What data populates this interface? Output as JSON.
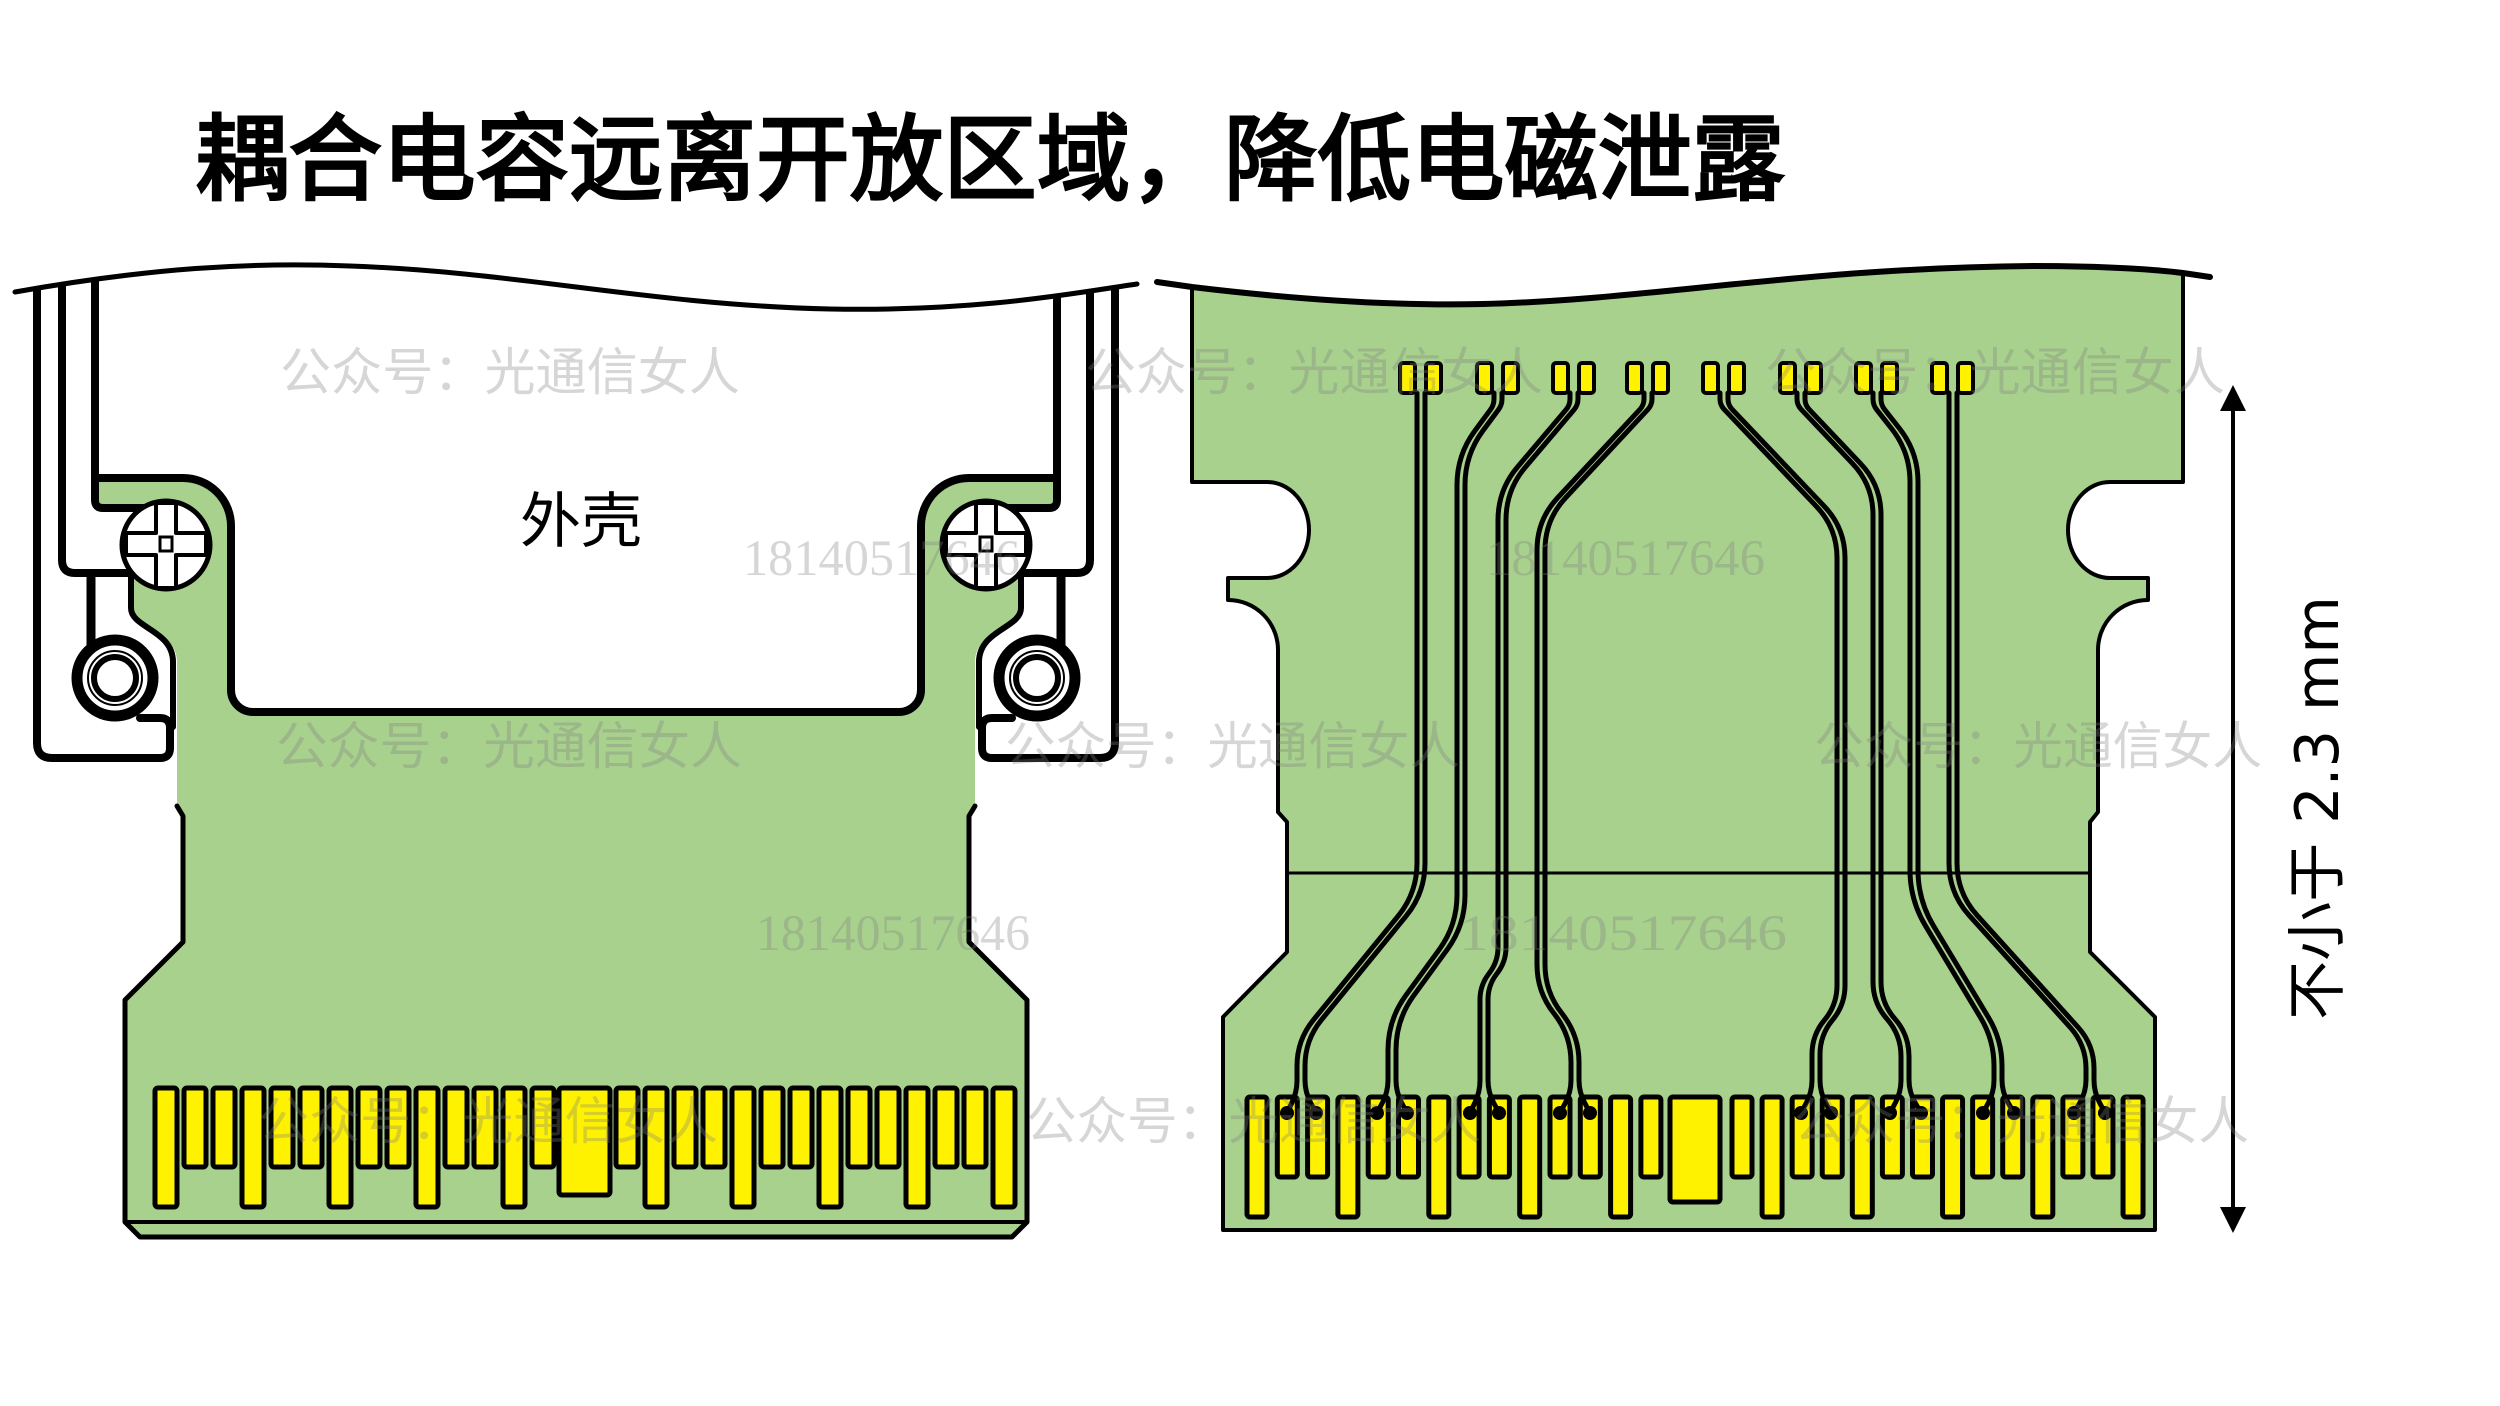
{
  "title": "耦合电容远离开放区域，降低电磁泄露",
  "left_diagram": {
    "housing_label": "外壳"
  },
  "right_diagram": {
    "dimension_label": "不小于 2.3 mm"
  },
  "watermark": {
    "account": "公众号：光通信女人",
    "phone": "18140517646"
  },
  "colors": {
    "pcb_green": "#a9d18e",
    "gold_finger": "#fff200",
    "outline": "#000000",
    "watermark": "#808080"
  }
}
